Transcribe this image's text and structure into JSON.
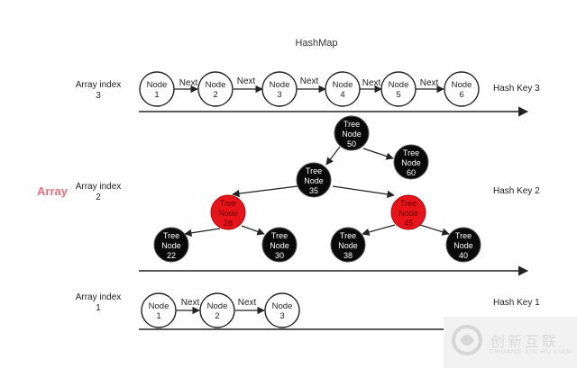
{
  "title": "HashMap",
  "side_label": "Array",
  "rows": [
    {
      "index_line1": "Array index",
      "index_line2": "3",
      "hash_key": "Hash Key 3",
      "nodes": [
        {
          "line1": "Node",
          "line2": "1"
        },
        {
          "line1": "Node",
          "line2": "2"
        },
        {
          "line1": "Node",
          "line2": "3"
        },
        {
          "line1": "Node",
          "line2": "4"
        },
        {
          "line1": "Node",
          "line2": "5"
        },
        {
          "line1": "Node",
          "line2": "6"
        }
      ],
      "link_label": "Next"
    },
    {
      "index_line1": "Array index",
      "index_line2": "2",
      "hash_key": "Hash Key 2",
      "tree": [
        {
          "line1": "Tree",
          "line2": "Node",
          "line3": "50",
          "color": "black"
        },
        {
          "line1": "Tree",
          "line2": "Node",
          "line3": "60",
          "color": "black"
        },
        {
          "line1": "Tree",
          "line2": "Node",
          "line3": "35",
          "color": "black"
        },
        {
          "line1": "Tree",
          "line2": "Node",
          "line3": "28",
          "color": "red"
        },
        {
          "line1": "Tree",
          "line2": "Node",
          "line3": "45",
          "color": "red"
        },
        {
          "line1": "Tree",
          "line2": "Node",
          "line3": "22",
          "color": "black"
        },
        {
          "line1": "Tree",
          "line2": "Node",
          "line3": "30",
          "color": "black"
        },
        {
          "line1": "Tree",
          "line2": "Node",
          "line3": "38",
          "color": "black"
        },
        {
          "line1": "Tree",
          "line2": "Node",
          "line3": "40",
          "color": "black"
        }
      ]
    },
    {
      "index_line1": "Array index",
      "index_line2": "1",
      "hash_key": "Hash Key 1",
      "nodes": [
        {
          "line1": "Node",
          "line2": "1"
        },
        {
          "line1": "Node",
          "line2": "2"
        },
        {
          "line1": "Node",
          "line2": "3"
        }
      ],
      "link_label": "Next"
    }
  ],
  "watermark": {
    "cn": "创新互联",
    "en": "CHUANG XIN HU LIAN",
    "logo_icon": "swirl-logo-icon"
  },
  "colors": {
    "red_node": "#e8141c",
    "black_node": "#0a0a0a",
    "array_label": "#e8707a",
    "line": "#222222"
  }
}
